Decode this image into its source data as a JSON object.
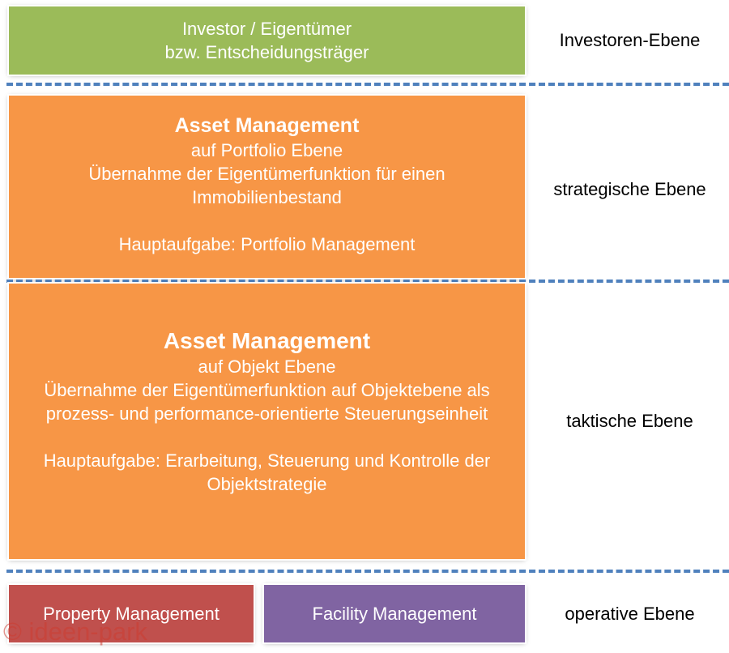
{
  "investor": {
    "line1": "Investor / Eigentümer",
    "line2": "bzw. Entscheidungsträger"
  },
  "portfolio": {
    "heading": "Asset Management",
    "line1": "auf Portfolio Ebene",
    "line2": "Übernahme der Eigentümerfunktion für einen",
    "line3": "Immobilienbestand",
    "task": "Hauptaufgabe: Portfolio Management"
  },
  "object": {
    "heading": "Asset Management",
    "line1": "auf Objekt Ebene",
    "line2": "Übernahme der Eigentümerfunktion auf Objektebene als",
    "line3": "prozess- und performance-orientierte Steuerungseinheit",
    "task1": "Hauptaufgabe: Erarbeitung, Steuerung und Kontrolle der",
    "task2": "Objektstrategie"
  },
  "operative": {
    "property": "Property Management",
    "facility": "Facility Management"
  },
  "levels": {
    "investor": "Investoren-Ebene",
    "strategic": "strategische Ebene",
    "tactical": "taktische Ebene",
    "operative": "operative Ebene"
  },
  "watermark": "© ideen-park",
  "colors": {
    "investor": "#9bbb59",
    "asset_management": "#f79646",
    "property": "#c0504d",
    "facility": "#8064a2",
    "divider": "#4f81bd"
  }
}
